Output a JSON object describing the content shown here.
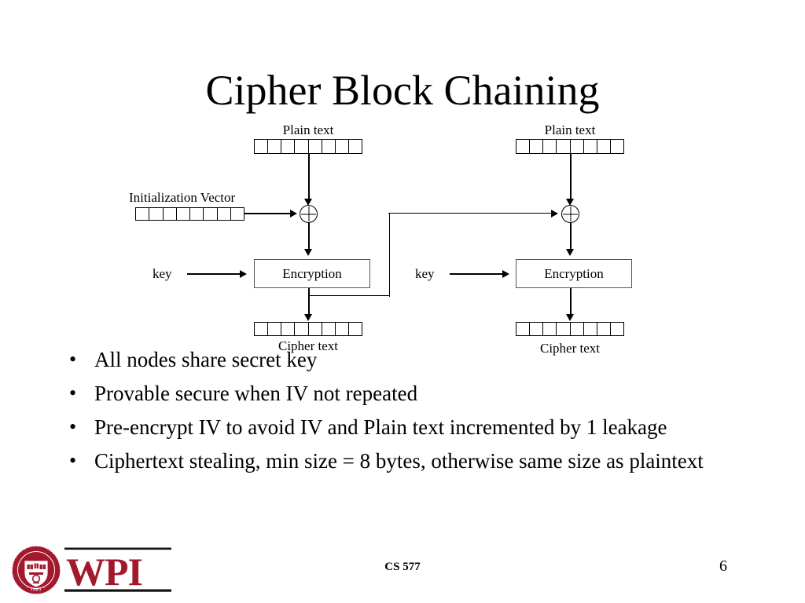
{
  "slide": {
    "title": "Cipher Block Chaining",
    "page_number": "6",
    "course_footer": "CS 577"
  },
  "diagram": {
    "type": "cipher-block-chaining",
    "blocks": [
      {
        "id": "block-1",
        "plain_text_label": "Plain text",
        "plain_text_cells": 8,
        "iv_label": "Initialization Vector",
        "iv_cells": 8,
        "key_label": "key",
        "xor_symbol": "⊕",
        "encryption_label": "Encryption",
        "cipher_text_label": "Cipher text",
        "cipher_text_cells": 8
      },
      {
        "id": "block-2",
        "plain_text_label": "Plain text",
        "plain_text_cells": 8,
        "key_label": "key",
        "xor_symbol": "⊕",
        "encryption_label": "Encryption",
        "cipher_text_label": "Cipher text",
        "cipher_text_cells": 8
      }
    ],
    "feedback_note": "Cipher text output of block 1 feeds the XOR of block 2"
  },
  "bullets": [
    {
      "marker": "•",
      "text": "All nodes share secret key"
    },
    {
      "marker": "•",
      "text": "Provable secure when IV not repeated"
    },
    {
      "marker": "•",
      "text": "Pre-encrypt IV to avoid IV and Plain text incremented by 1 leakage"
    },
    {
      "marker": "•",
      "text": "Ciphertext stealing, min size = 8 bytes, otherwise same size as plaintext"
    }
  ],
  "logo": {
    "wordmark": "WPI",
    "seal_text_top": "WORCESTER POLYTECHNIC INSTITUTE",
    "seal_year": "1865",
    "crimson": "#A2192E",
    "rule_color": "#111111"
  }
}
